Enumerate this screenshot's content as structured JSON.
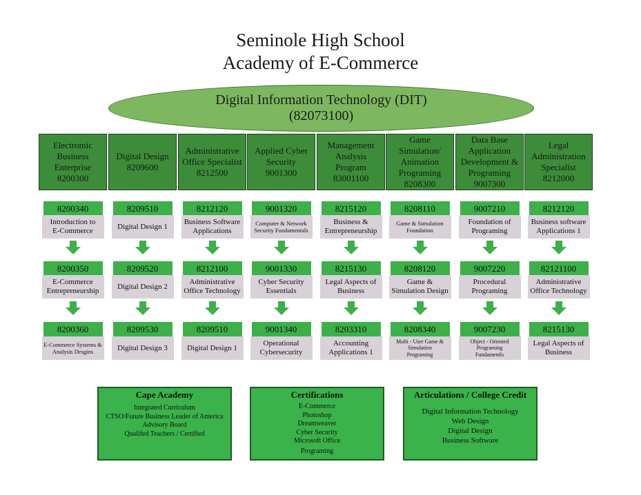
{
  "title_line1": "Seminole High School",
  "title_line2": "Academy of E-Commerce",
  "pathway": {
    "name": "Digital Information Technology (DIT)",
    "code": "(82073100)"
  },
  "colors": {
    "ellipse": "#7db75f",
    "program_header": "#3d8c3a",
    "course_code": "#3db04a",
    "course_name": "#d8d1d8",
    "info_box": "#3ab34a"
  },
  "programs": [
    {
      "header": [
        "Electromic",
        "Business",
        "Enterprise",
        "8200300"
      ],
      "courses": [
        {
          "code": "8200340",
          "name": [
            "Introduction to",
            "E-Commerce"
          ]
        },
        {
          "code": "8200350",
          "name": [
            "E-Commerce",
            "Entrepreneurship"
          ]
        },
        {
          "code": "8200360",
          "name": [
            "E-Commerce Systems &",
            "Analysis Desgins"
          ],
          "size": "small"
        }
      ]
    },
    {
      "header": [
        "Digital Design",
        "8209600"
      ],
      "courses": [
        {
          "code": "8209510",
          "name": [
            "Digital Design 1"
          ]
        },
        {
          "code": "8209520",
          "name": [
            "Digital Design 2"
          ]
        },
        {
          "code": "8209530",
          "name": [
            "Digital Design 3"
          ]
        }
      ]
    },
    {
      "header": [
        "Administrative",
        "Office Specialist",
        "8212500"
      ],
      "courses": [
        {
          "code": "8212120",
          "name": [
            "Business Software",
            "Applications"
          ]
        },
        {
          "code": "8212100",
          "name": [
            "Administrative",
            "Office Technology"
          ]
        },
        {
          "code": "8209510",
          "name": [
            "Digital Design 1"
          ]
        }
      ]
    },
    {
      "header": [
        "Applied Cyber",
        "Security",
        "9001300"
      ],
      "courses": [
        {
          "code": "9001320",
          "name": [
            "Computer & Network",
            "Security Fundamentals"
          ],
          "size": "small"
        },
        {
          "code": "9001330",
          "name": [
            "Cyber Security",
            "Essentials"
          ]
        },
        {
          "code": "9001340",
          "name": [
            "Operational",
            "Cybersecurity"
          ]
        }
      ]
    },
    {
      "header": [
        "Management",
        "Analysis",
        "Program",
        "83001100"
      ],
      "courses": [
        {
          "code": "8215120",
          "name": [
            "Business &",
            "Entrepreneurship"
          ]
        },
        {
          "code": "8215130",
          "name": [
            "Legal Aspects of",
            "Business"
          ]
        },
        {
          "code": "8203310",
          "name": [
            "Accounting",
            "Applications 1"
          ]
        }
      ]
    },
    {
      "header": [
        "Game",
        "Simulation/",
        "Animation",
        "Programing",
        "8208300"
      ],
      "courses": [
        {
          "code": "8208110",
          "name": [
            "Game & Simulation",
            "Foundation"
          ],
          "size": "small"
        },
        {
          "code": "8208120",
          "name": [
            "Game &",
            "Simulation Design"
          ]
        },
        {
          "code": "8208340",
          "name": [
            "Multi - User Game &",
            "Simulation",
            "Programing"
          ],
          "size": "xs"
        }
      ]
    },
    {
      "header": [
        "Data Base",
        "Application",
        "Development &",
        "Programing",
        "9007300"
      ],
      "courses": [
        {
          "code": "9007210",
          "name": [
            "Foundation of",
            "Programing"
          ]
        },
        {
          "code": "9007220",
          "name": [
            "Procedural",
            "Programing"
          ]
        },
        {
          "code": "9007230",
          "name": [
            "Object - Oriented",
            "Programing",
            "Fundamentls"
          ],
          "size": "xs"
        }
      ]
    },
    {
      "header": [
        "Legal",
        "Administration",
        "Specialist",
        "8212000"
      ],
      "courses": [
        {
          "code": "8212120",
          "name": [
            "Business software",
            "Applications 1"
          ]
        },
        {
          "code": "82121100",
          "name": [
            "Administrative",
            "Office Technology"
          ]
        },
        {
          "code": "8215130",
          "name": [
            "Legal Aspects of",
            "Business"
          ]
        }
      ]
    }
  ],
  "info_boxes": [
    {
      "title": "Cape Academy",
      "items": [
        "Integrated Curriculum",
        "CTSO/Future Business Leader of America",
        "Advisory Board",
        "Qualifed Teachers / Certified"
      ]
    },
    {
      "title": "Certifications",
      "items": [
        "E-Commerce",
        "Photoshop",
        "Dreamweaver",
        "Cyber Security",
        "Microsoft Office",
        "Programing"
      ]
    },
    {
      "title": "Articulations / College Credit",
      "items": [
        "Digital Information Technology",
        "Web Design",
        "Digital Design",
        "Business Software"
      ]
    }
  ]
}
